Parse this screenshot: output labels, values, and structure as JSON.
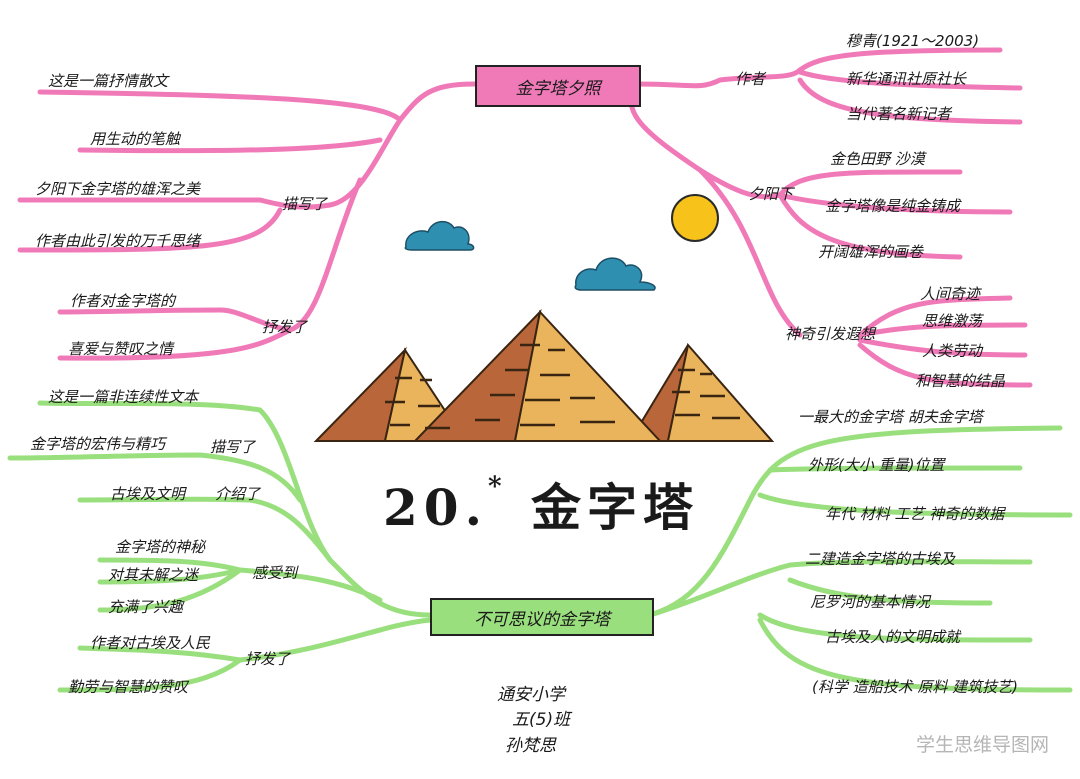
{
  "top_topic": "金字塔夕照",
  "bottom_topic": "不可思议的金字塔",
  "title": {
    "number": "20.",
    "star": "*",
    "text": "金字塔"
  },
  "author": [
    "通安小学",
    "五(5)班",
    "孙梵思"
  ],
  "watermark": "学生思维导图网",
  "top_left": {
    "intro": [
      "这是一篇抒情散文",
      "用生动的笔触"
    ],
    "branch1": {
      "label": "描写了",
      "items": [
        "夕阳下金字塔的雄浑之美",
        "作者由此引发的万千思绪"
      ]
    },
    "branch2": {
      "label": "抒发了",
      "items": [
        "作者对金字塔的",
        "喜爱与赞叹之情"
      ]
    }
  },
  "top_right": {
    "branch1": {
      "label": "作者",
      "items": [
        "穆青(1921～2003)",
        "新华通讯社原社长",
        "当代著名新记者"
      ]
    },
    "branch2": {
      "label": "夕阳下",
      "items": [
        "金色田野 沙漠",
        "金字塔像是纯金铸成",
        "开阔雄浑的画卷"
      ]
    },
    "branch3": {
      "label": "神奇引发遐想",
      "items": [
        "人间奇迹",
        "思维激荡",
        "人类劳动",
        "和智慧的结晶"
      ]
    }
  },
  "bottom_left": {
    "intro": "这是一篇非连续性文本",
    "branch1": {
      "label": "描写了",
      "item": "金字塔的宏伟与精巧"
    },
    "branch2": {
      "label": "介绍了",
      "item": "古埃及文明"
    },
    "branch3": {
      "label": "感受到",
      "items": [
        "金字塔的神秘",
        "对其未解之迷",
        "充满了兴趣"
      ]
    },
    "branch4": {
      "label": "抒发了",
      "items": [
        "作者对古埃及人民",
        "勤劳与智慧的赞叹"
      ]
    }
  },
  "bottom_right": {
    "group1": [
      "一最大的金字塔 胡夫金字塔",
      "外形(大小 重量)位置",
      "年代 材料 工艺 神奇的数据"
    ],
    "group2": [
      "二建造金字塔的古埃及",
      "尼罗河的基本情况",
      "古埃及人的文明成就",
      "(科学 造船技术 原料 建筑技艺)"
    ]
  },
  "colors": {
    "pink": "#f07ab8",
    "green": "#9adf7d",
    "sun": "#f7c21a",
    "cloud": "#2f8fb0",
    "pyramid_light": "#e9b45c",
    "pyramid_dark": "#b8663a"
  }
}
